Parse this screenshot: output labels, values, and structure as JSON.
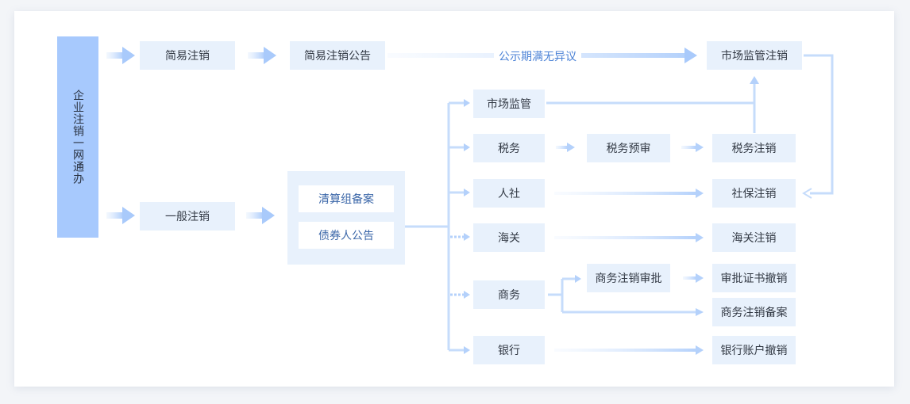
{
  "side_title": "企业注销一网通办",
  "simple": {
    "start": "简易注销",
    "announce": "简易注销公告",
    "condition": "公示期满无异议",
    "end": "市场监管注销"
  },
  "general": {
    "start": "一般注销",
    "group_items": [
      "清算组备案",
      "债券人公告"
    ]
  },
  "departments": {
    "market": "市场监管",
    "tax": "税务",
    "social": "人社",
    "customs": "海关",
    "commerce": "商务",
    "bank": "银行"
  },
  "steps": {
    "tax_pre": "税务预审",
    "tax_end": "税务注销",
    "social_end": "社保注销",
    "customs_end": "海关注销",
    "commerce_approve": "商务注销审批",
    "cert_revoke": "审批证书撤销",
    "commerce_record": "商务注销备案",
    "bank_end": "银行账户撤销"
  },
  "colors": {
    "accent": "#a7c9fd",
    "box": "#e8f1fc",
    "line": "#c6dcfb",
    "label_blue": "#4b82d6"
  }
}
